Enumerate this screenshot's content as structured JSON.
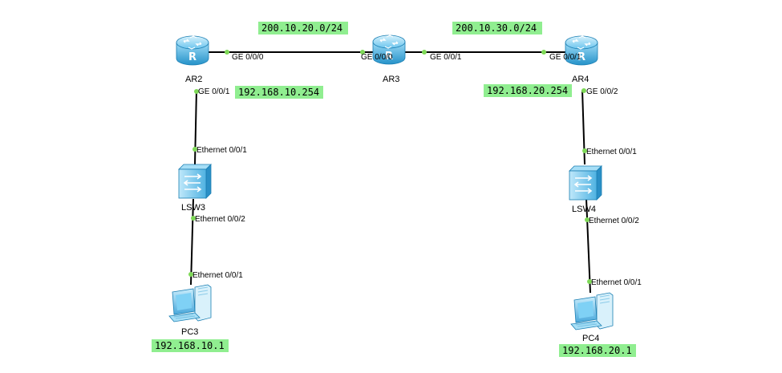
{
  "colors": {
    "link": "#000000",
    "port_dot": "#7ed957",
    "tag_bg": "#90ee90",
    "device_blue": "#2aa3dc",
    "device_blue_light": "#8fd3f4"
  },
  "devices": {
    "ar2": {
      "label": "AR2",
      "icon": "router-icon"
    },
    "ar3": {
      "label": "AR3",
      "icon": "router-icon"
    },
    "ar4": {
      "label": "AR4",
      "icon": "router-icon"
    },
    "lsw3": {
      "label": "LSW3",
      "icon": "switch-icon"
    },
    "lsw4": {
      "label": "LSW4",
      "icon": "switch-icon"
    },
    "pc3": {
      "label": "PC3",
      "icon": "pc-icon"
    },
    "pc4": {
      "label": "PC4",
      "icon": "pc-icon"
    }
  },
  "ports": {
    "ar2_ge000": "GE 0/0/0",
    "ar3_ge000": "GE 0/0/0",
    "ar3_ge001": "GE 0/0/1",
    "ar4_ge001": "GE 0/0/1",
    "ar2_ge001": "GE 0/0/1",
    "ar4_ge002": "GE 0/0/2",
    "lsw3_eth001": "Ethernet 0/0/1",
    "lsw3_eth002": "Ethernet 0/0/2",
    "pc3_eth001": "Ethernet 0/0/1",
    "lsw4_eth001": "Ethernet 0/0/1",
    "lsw4_eth002": "Ethernet 0/0/2",
    "pc4_eth001": "Ethernet 0/0/1"
  },
  "tags": {
    "net_ar2_ar3": "200.10.20.0/24",
    "net_ar3_ar4": "200.10.30.0/24",
    "ar2_lan_ip": "192.168.10.254",
    "ar4_lan_ip": "192.168.20.254",
    "pc3_ip": "192.168.10.1",
    "pc4_ip": "192.168.20.1"
  }
}
